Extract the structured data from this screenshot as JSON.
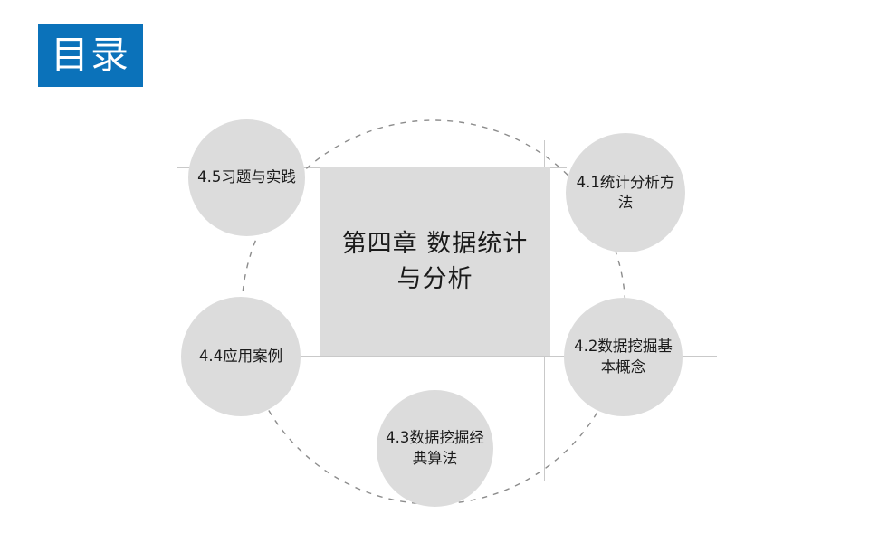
{
  "slide": {
    "badge": {
      "label": "目录"
    },
    "center": {
      "title": "第四章 数据统计与分析"
    },
    "nodes": [
      {
        "id": "node-4-1",
        "label": "4.1统计分析方法"
      },
      {
        "id": "node-4-2",
        "label": "4.2数据挖掘基本概念"
      },
      {
        "id": "node-4-3",
        "label": "4.3数据挖掘经典算法"
      },
      {
        "id": "node-4-4",
        "label": "4.4应用案例"
      },
      {
        "id": "node-4-5",
        "label": "4.5习题与实践"
      }
    ],
    "colors": {
      "badge_background": "#0b72ba",
      "badge_text": "#ffffff",
      "node_fill": "#dcdcdc",
      "center_fill": "#dcdcdc",
      "text": "#1a1a1a",
      "guide_line": "#c9c9c9",
      "orbit_dash": "#8c8c8c",
      "slide_background": "#ffffff"
    }
  }
}
